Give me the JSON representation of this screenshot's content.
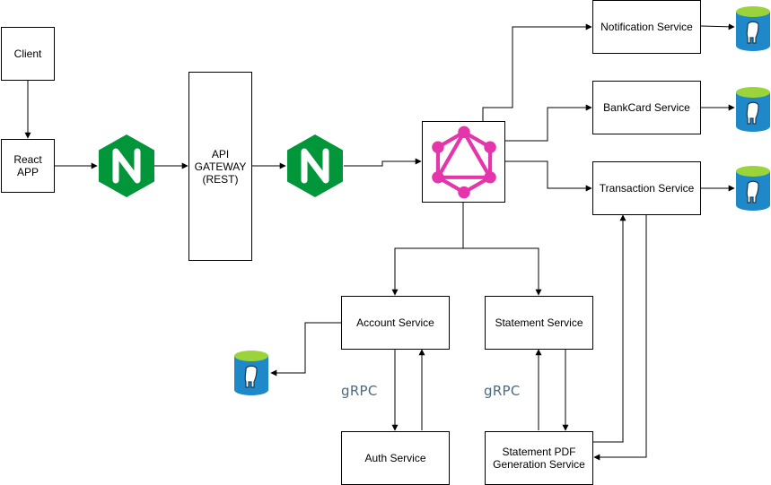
{
  "nodes": {
    "client": "Client",
    "react_app": "React\nAPP",
    "api_gateway": "API\nGATEWAY\n(REST)",
    "notification_service": "Notification Service",
    "bankcard_service": "BankCard Service",
    "transaction_service": "Transaction Service",
    "account_service": "Account Service",
    "statement_service": "Statement Service",
    "auth_service": "Auth Service",
    "statement_pdf_service": "Statement PDF\nGeneration Service"
  },
  "labels": {
    "grpc_left": "gRPC",
    "grpc_right": "gRPC"
  },
  "icons": {
    "nginx": "nginx-icon",
    "graphql": "graphql-icon",
    "postgres": "postgresql-database-icon"
  },
  "colors": {
    "nginx": "#009639",
    "graphql": "#e535ab",
    "database": "#1e88c8"
  }
}
